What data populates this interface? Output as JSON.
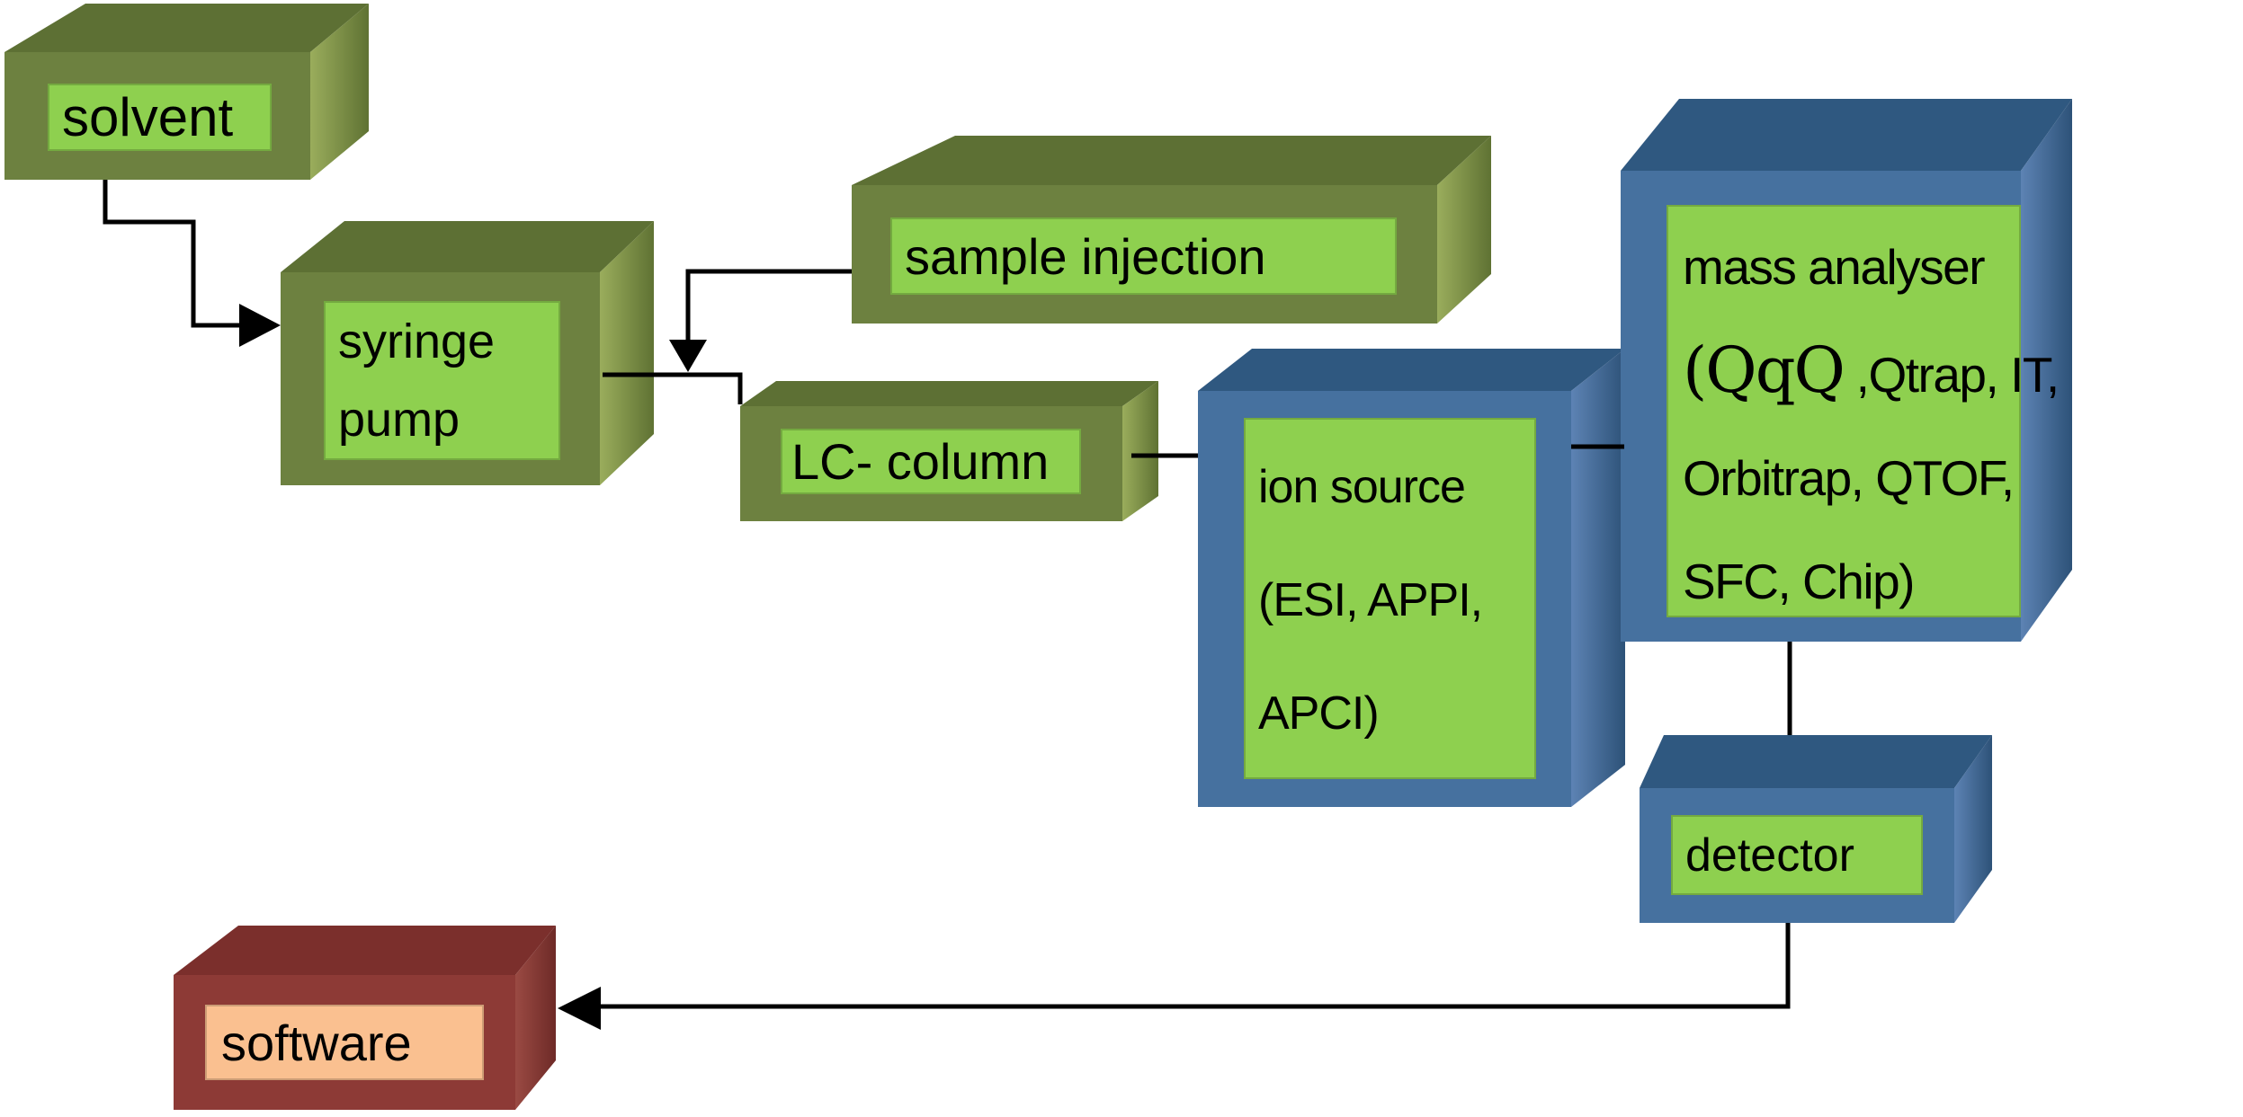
{
  "diagram": {
    "type": "flow-diagram",
    "description": "LC-MS instrument workflow block diagram with 3D boxes",
    "boxes": {
      "solvent": {
        "label": "solvent"
      },
      "syringe_pump": {
        "line1": "syringe",
        "line2": "pump"
      },
      "sample_injection": {
        "label": "sample injection"
      },
      "lc_column": {
        "label": "LC- column"
      },
      "ion_source": {
        "line1": "ion source",
        "line2": "(ESI, APPI,",
        "line3": "APCI)"
      },
      "mass_analyser": {
        "line1": "mass analyser",
        "line2_serif": "(QqQ",
        "line2_rest": " ,Qtrap, IT,",
        "line3": "Orbitrap, QTOF,",
        "line4": "SFC, Chip)"
      },
      "detector": {
        "label": "detector"
      },
      "software": {
        "label": "software"
      }
    },
    "flow": [
      "solvent -> syringe pump",
      "sample injection -> junction",
      "syringe pump -> LC- column",
      "LC- column -> ion source",
      "ion source -> mass analyser",
      "mass analyser -> detector",
      "detector -> software"
    ],
    "colors": {
      "background": "#ffffff",
      "green_front": "#6d8140",
      "green_top": "#5d7034",
      "green_side_light": "#9aad5c",
      "green_side_dark": "#5f7233",
      "panel_green": "#8ed04f",
      "blue_front": "#46719f",
      "blue_top": "#2f5880",
      "blue_side_light": "#5d83b4",
      "blue_side_dark": "#2d5278",
      "red_front": "#8d3a36",
      "red_top": "#7b2f2c",
      "red_side_light": "#9a4a43",
      "red_side_dark": "#6e2a27",
      "panel_peach": "#fac090",
      "connector": "#000000"
    }
  }
}
